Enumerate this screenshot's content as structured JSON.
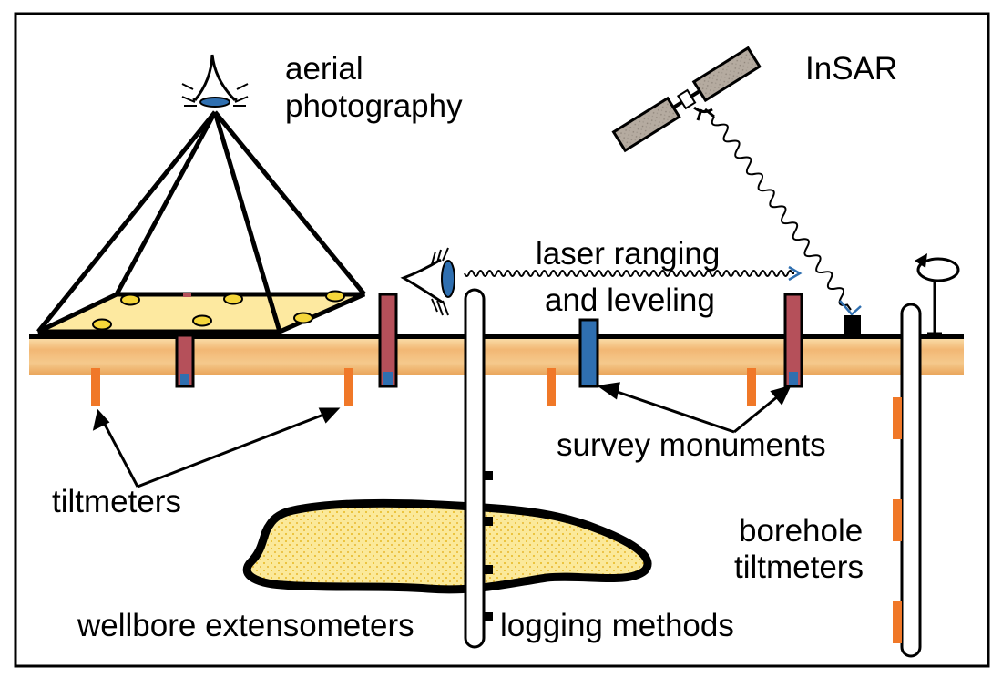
{
  "labels": {
    "aerial_line1": "aerial",
    "aerial_line2": "photography",
    "insar": "InSAR",
    "laser_line1": "laser ranging",
    "laser_line2": "and leveling",
    "survey_monuments": "survey monuments",
    "tiltmeters": "tiltmeters",
    "borehole_line1": "borehole",
    "borehole_line2": "tiltmeters",
    "wellbore_extensometers": "wellbore extensometers",
    "logging_methods": "logging methods"
  },
  "colors": {
    "frame": "#000000",
    "ground_top": "#f7d8a0",
    "ground_mid": "#f2b774",
    "ground_deep": "#e9a15a",
    "survey_area": "#fde9a0",
    "monument_red": "#b5505a",
    "monument_blue": "#2f6fb0",
    "tiltmeter_orange": "#f07828",
    "reservoir_fill": "#fbe99a",
    "reservoir_dots": "#e8b820",
    "satellite_panel": "#b5aba0",
    "ray_blue": "#2f6fb0"
  },
  "icons": {
    "aerial_eye": "eye-icon",
    "ground_eye": "eye-icon",
    "satellite": "satellite-icon",
    "antenna": "dish-antenna-icon"
  }
}
